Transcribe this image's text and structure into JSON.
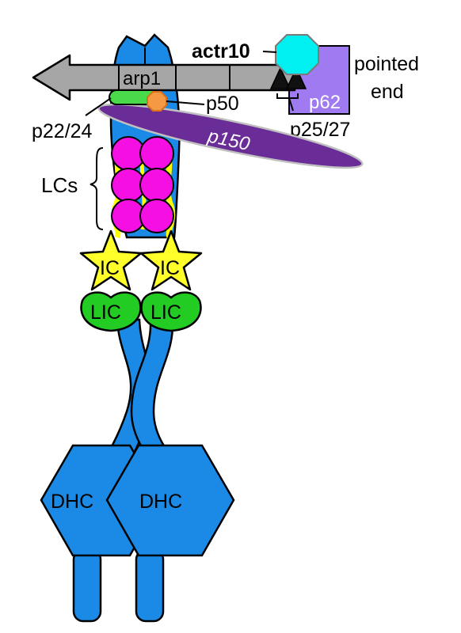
{
  "labels": {
    "actr10": "actr10",
    "pointed_end_line1": "pointed",
    "pointed_end_line2": "end",
    "arp1": "arp1",
    "p62": "p62",
    "p50": "p50",
    "p22_24": "p22/24",
    "p25_27": "p25/27",
    "p150": "p150",
    "lcs": "LCs",
    "ic_left": "IC",
    "ic_right": "IC",
    "lic_left": "LIC",
    "lic_right": "LIC",
    "dhc_left": "DHC",
    "dhc_right": "DHC"
  },
  "colors": {
    "dynein_heavy_chain": "#1a8ae6",
    "filament": "#a6a6a6",
    "actr10": "#00f0f0",
    "p62": "#9f7af0",
    "p150": "#6a2c97",
    "p50": "#f59a42",
    "p22_24": "#4ad94a",
    "light_chains": "#f50fe3",
    "light_chain_linker": "#ffff00",
    "intermediate_chain": "#ffff2a",
    "light_intermediate_chain": "#22cc22",
    "outline": "#000000"
  }
}
